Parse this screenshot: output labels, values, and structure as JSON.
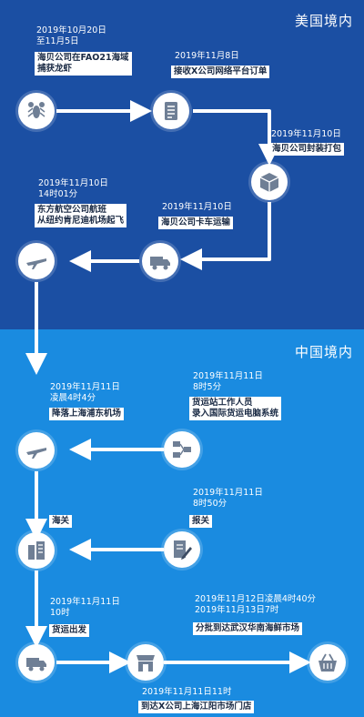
{
  "regions": {
    "us": "美国境内",
    "cn": "中国境内"
  },
  "steps": [
    {
      "id": "s1",
      "date_lines": [
        "2019年10月20日",
        "至11月5日"
      ],
      "label_lines": [
        "海贝公司在FAO21海域",
        "捕获龙虾"
      ],
      "icon": "lobster-icon"
    },
    {
      "id": "s2",
      "date_lines": [
        "2019年11月8日"
      ],
      "label_lines": [
        "接收X公司网络平台订单"
      ],
      "icon": "order-list-icon"
    },
    {
      "id": "s3",
      "date_lines": [
        "2019年11月10日"
      ],
      "label_lines": [
        "海贝公司封装打包"
      ],
      "icon": "package-icon"
    },
    {
      "id": "s4",
      "date_lines": [
        "2019年11月10日"
      ],
      "label_lines": [
        "海贝公司卡车运输"
      ],
      "icon": "truck-icon"
    },
    {
      "id": "s5",
      "date_lines": [
        "2019年11月10日",
        "14时01分"
      ],
      "label_lines": [
        "东方航空公司航班",
        "从纽约肯尼迪机场起飞"
      ],
      "icon": "airplane-icon"
    },
    {
      "id": "s6",
      "date_lines": [
        "2019年11月11日",
        "凌晨4时4分"
      ],
      "label_lines": [
        "降落上海浦东机场"
      ],
      "icon": "airplane-icon"
    },
    {
      "id": "s7",
      "date_lines": [
        "2019年11月11日",
        "8时5分"
      ],
      "label_lines": [
        "货运站工作人员",
        "录入国际货运电脑系统"
      ],
      "icon": "network-icon"
    },
    {
      "id": "s8",
      "date_lines": [],
      "label_lines": [
        "海关"
      ],
      "icon": "building-icon"
    },
    {
      "id": "s9",
      "date_lines": [
        "2019年11月11日",
        "8时50分"
      ],
      "label_lines": [
        "报关"
      ],
      "icon": "document-pen-icon"
    },
    {
      "id": "s10",
      "date_lines": [
        "2019年11月11日",
        "10时"
      ],
      "label_lines": [
        "货运出发"
      ],
      "icon": "truck-icon"
    },
    {
      "id": "s11",
      "date_lines": [
        "2019年11月11日11时"
      ],
      "label_lines": [
        "到达X公司上海江阳市场门店"
      ],
      "icon": "store-icon"
    },
    {
      "id": "s12",
      "date_lines": [
        "2019年11月12日凌晨4时40分",
        "2019年11月13日7时"
      ],
      "label_lines": [
        "分批到达武汉华南海鲜市场"
      ],
      "icon": "basket-icon"
    }
  ],
  "colors": {
    "us_bg": "#1b4fa3",
    "cn_bg": "#1a8be0",
    "arrow": "#ffffff",
    "label_text": "#1a2a44"
  }
}
